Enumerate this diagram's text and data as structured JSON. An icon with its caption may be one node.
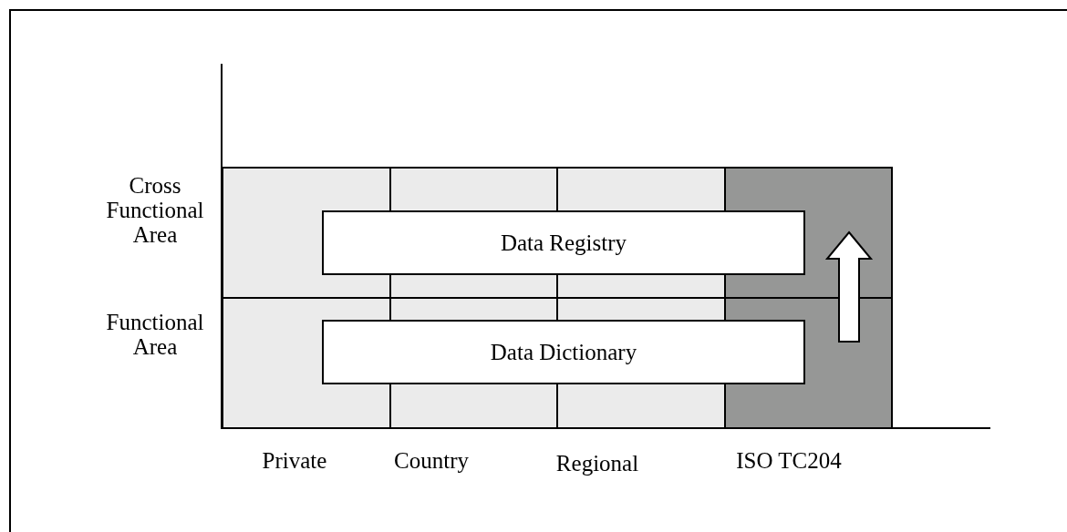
{
  "diagram": {
    "nodes": [
      {
        "text": [
          "Data Registry"
        ]
      },
      {
        "text": [
          "Data Dictionary"
        ]
      }
    ],
    "labels": [
      "Cross Functional Area",
      "Functional Area",
      "Private",
      "Country",
      "Regional",
      "ISO TC204"
    ]
  }
}
